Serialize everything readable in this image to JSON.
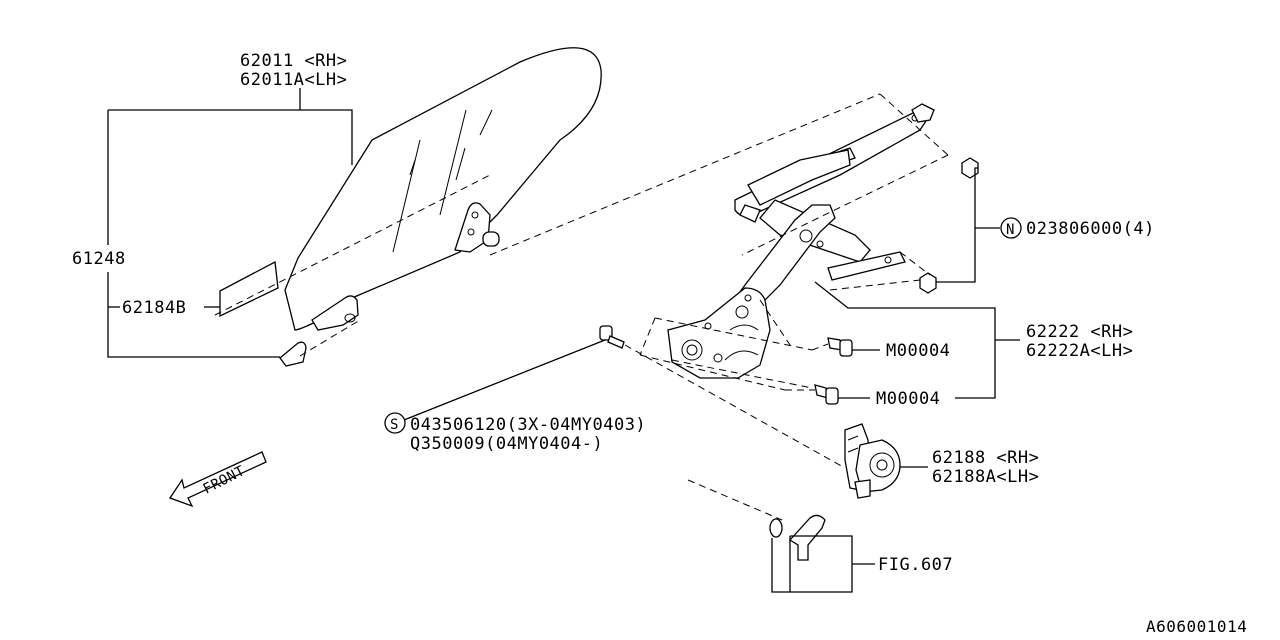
{
  "labels": {
    "glass_rh": "62011  <RH>",
    "glass_lh": "62011A<LH>",
    "group": "61248",
    "sticker": "62184B",
    "nut_code": "023806000(4)",
    "nut_symbol": "N",
    "regulator_rh": "62222  <RH>",
    "regulator_lh": "62222A<LH>",
    "bolt_upper": "M00004",
    "bolt_lower": "M00004",
    "screw_symbol": "S",
    "screw_code_1": "043506120(3X-04MY0403)",
    "screw_code_2": "Q350009(04MY0404-)",
    "motor_rh": "62188  <RH>",
    "motor_lh": "62188A<LH>",
    "figure_ref": "FIG.607",
    "front": "FRONT",
    "diagram_id": "A606001014"
  }
}
